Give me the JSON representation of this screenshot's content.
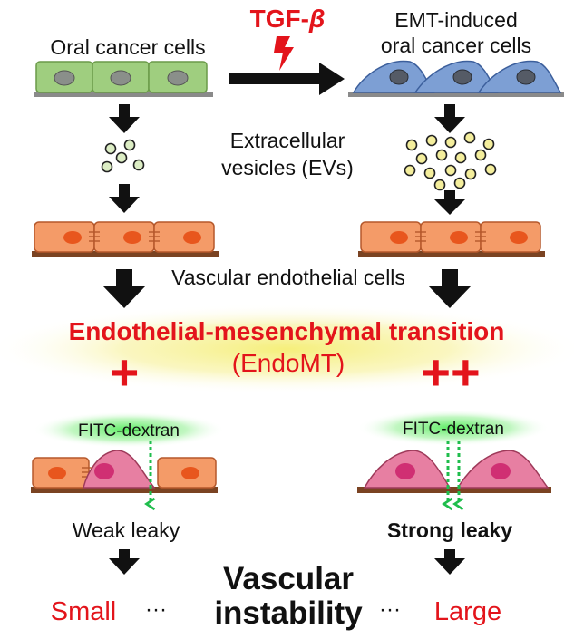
{
  "labels": {
    "oral_cancer_cells": "Oral cancer cells",
    "tgf_beta": "TGF-",
    "tgf_beta_symbol": "β",
    "emt_line1": "EMT-induced",
    "emt_line2": "oral cancer cells",
    "ev_line1": "Extracellular",
    "ev_line2": "vesicles (EVs)",
    "vascular_endothelial": "Vascular endothelial cells",
    "endomt_line1": "Endothelial-mesenchymal transition",
    "endomt_line2": "(EndoMT)",
    "endomt_left_level": "+",
    "endomt_right_level": "++",
    "fitc_left": "FITC-dextran",
    "fitc_right": "FITC-dextran",
    "weak_leaky": "Weak leaky",
    "strong_leaky": "Strong leaky",
    "vascular_line1": "Vascular",
    "vascular_line2": "instability",
    "small": "Small",
    "large": "Large",
    "dots": "···"
  },
  "colors": {
    "accent_red": "#e3141b",
    "epithelial_green": "#9fce7f",
    "mesenchymal_blue": "#7d9fd4",
    "endothelial_orange": "#f49b68",
    "mesenchymal_pink": "#e77fa2",
    "dextran_green": "#1fbd4c",
    "ev_yellow": "#f4ee9c",
    "endomt_glow": "#f6f08a"
  }
}
